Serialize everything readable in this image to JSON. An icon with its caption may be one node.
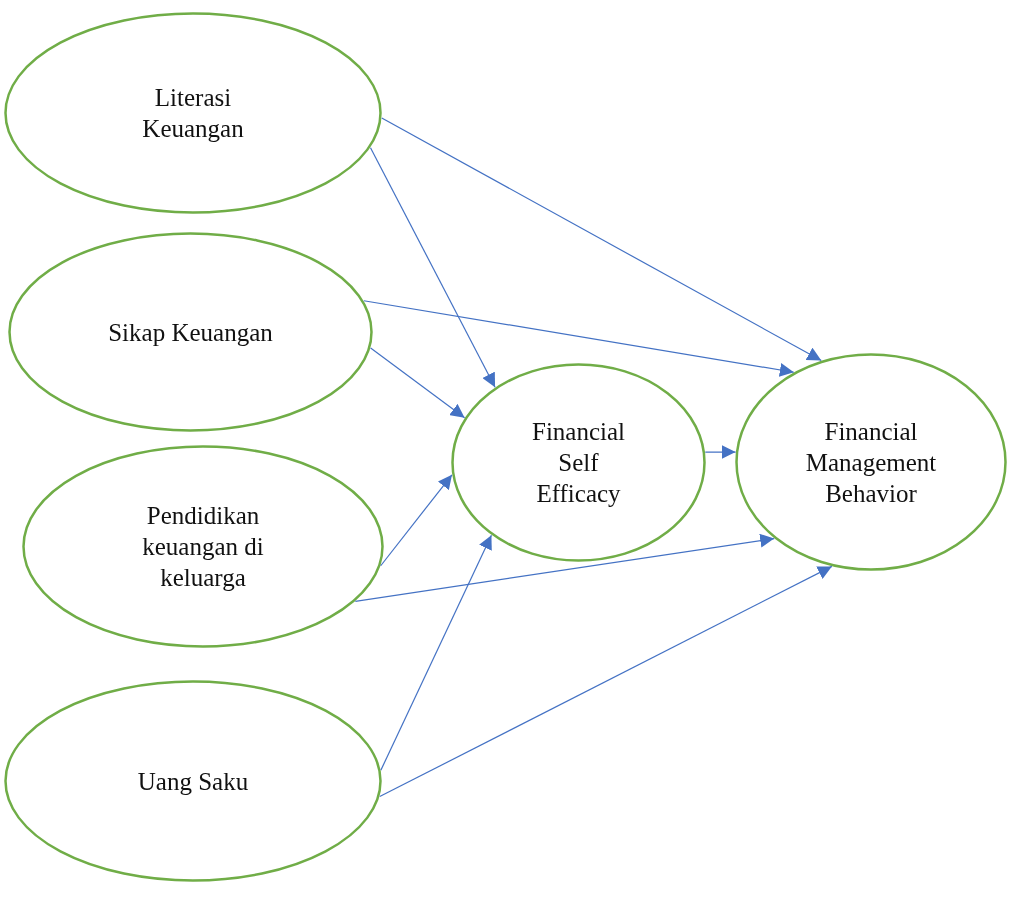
{
  "diagram": {
    "nodes": [
      {
        "text": [
          "Literasi Keuangan"
        ]
      },
      {
        "text": [
          "Sikap Keuangan"
        ]
      },
      {
        "text": [
          "Pendidikan keuangan di keluarga"
        ]
      },
      {
        "text": [
          "Uang Saku"
        ]
      },
      {
        "text": [
          "Financial Self Efficacy"
        ]
      },
      {
        "text": [
          "Financial Management Behavior"
        ]
      }
    ],
    "edges": [
      {
        "from": 0,
        "to": 4,
        "arrow": "to"
      },
      {
        "from": 0,
        "to": 5,
        "arrow": "to"
      },
      {
        "from": 1,
        "to": 5,
        "arrow": "to"
      },
      {
        "from": 1,
        "to": 4,
        "arrow": "to"
      },
      {
        "from": 2,
        "to": 4,
        "arrow": "to"
      },
      {
        "from": 2,
        "to": 5,
        "arrow": "to"
      },
      {
        "from": 3,
        "to": 4,
        "arrow": "to"
      },
      {
        "from": 3,
        "to": 5,
        "arrow": "to"
      },
      {
        "from": 4,
        "to": 5,
        "arrow": "to"
      }
    ]
  }
}
